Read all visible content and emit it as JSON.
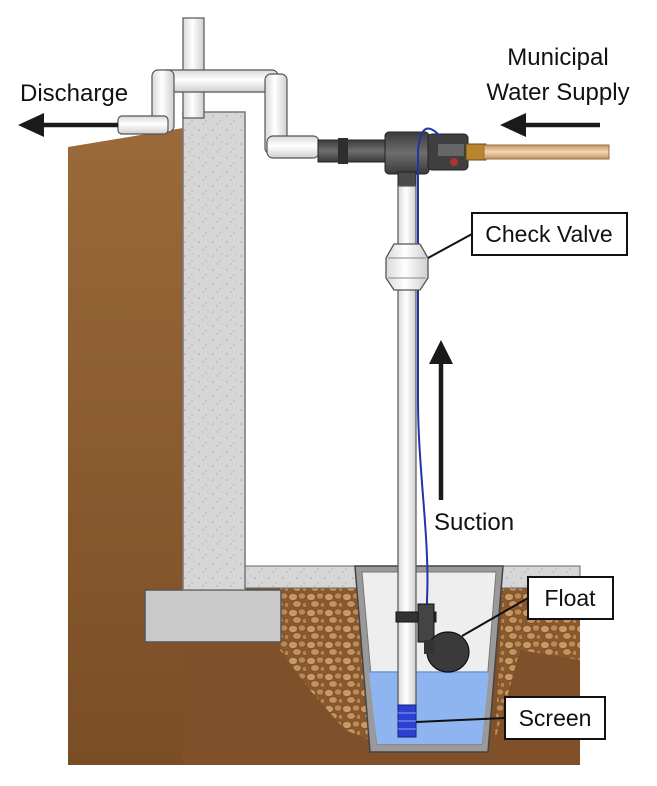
{
  "labels": {
    "discharge": "Discharge",
    "municipal_line1": "Municipal",
    "municipal_line2": "Water Supply",
    "suction": "Suction"
  },
  "callouts": {
    "check_valve": "Check Valve",
    "float": "Float",
    "screen": "Screen"
  },
  "colors": {
    "soil": "#8a5a2e",
    "concrete": "#d4d4d4",
    "gravel": "#b38150",
    "water": "#8fb5f0",
    "pipe_pvc": "#f2f2f2",
    "fitting_dark": "#555555",
    "supply_line": "#d9b48a",
    "wire": "#2235a8",
    "screen_blue": "#2b3fd0",
    "float_ball": "#333333",
    "arrow": "#1a1a1a"
  },
  "icons": {
    "discharge_arrow": "arrow-left-icon",
    "supply_arrow": "arrow-left-icon",
    "suction_arrow": "arrow-up-icon"
  }
}
